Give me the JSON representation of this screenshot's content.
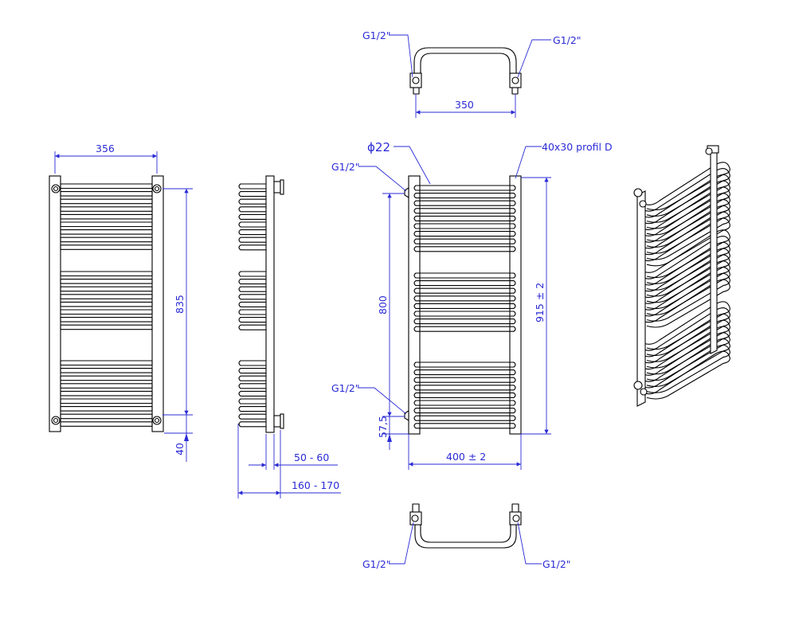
{
  "colors": {
    "line": "#000000",
    "dimension": "#2b2bd6",
    "background": "#ffffff"
  },
  "top_view": {
    "left_connection": "G1/2\"",
    "right_connection": "G1/2\"",
    "width": "350"
  },
  "front_view": {
    "width": "356",
    "height": "835",
    "bottom_offset": "40"
  },
  "side_view": {
    "wall_distance": "50 - 60",
    "total_depth": "160 - 170"
  },
  "main_view": {
    "tube_diameter": "ϕ22",
    "profile": "40x30 profil D",
    "top_connection": "G1/2\"",
    "bottom_connection": "G1/2\"",
    "connection_height": "800",
    "bottom_offset": "57,5",
    "total_height": "915 ± 2",
    "total_width": "400 ± 2"
  },
  "bottom_view": {
    "left_connection": "G1/2\"",
    "right_connection": "G1/2\""
  }
}
